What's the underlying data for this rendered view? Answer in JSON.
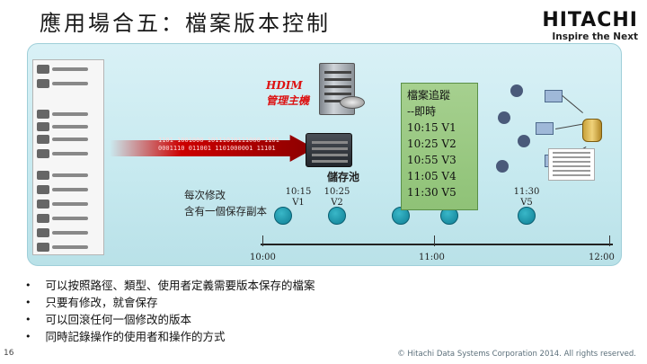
{
  "slide": {
    "title": "應用場合五：檔案版本控制",
    "page_number": "16",
    "footer": "© Hitachi Data Systems Corporation 2014. All rights reserved."
  },
  "logo": {
    "brand": "HITACHI",
    "tagline": "Inspire the Next"
  },
  "diagram": {
    "hdim_label": "HDIM",
    "manager_label": "管理主機",
    "bitstream": [
      "1101 1001000 10111010111000 1101",
      "0001110 011001 1101000001 11101"
    ],
    "storage_label": "儲存池",
    "copy_note_line1": "每次修改",
    "copy_note_line2": "含有一個保存副本",
    "callout_lines": [
      "檔案追蹤",
      "--即時",
      "10:15 V1",
      "10:25 V2",
      "10:55 V3",
      "11:05 V4",
      "11:30 V5"
    ],
    "pins": [
      {
        "time": "10:15",
        "version": "V1"
      },
      {
        "time": "10:25",
        "version": "V2"
      },
      {
        "time": "11:30",
        "version": "V5"
      }
    ],
    "timeline_labels": [
      "10:00",
      "11:00",
      "12:00"
    ]
  },
  "bullets": [
    "可以按照路徑、類型、使用者定義需要版本保存的檔案",
    "只要有修改，就會保存",
    "可以回滾任何一個修改的版本",
    "同時記錄操作的使用者和操作的方式"
  ],
  "colors": {
    "panel": "#c6e9ef",
    "callout": "#8fc277",
    "accent_red": "#dd1111",
    "pin": "#1793a8"
  }
}
